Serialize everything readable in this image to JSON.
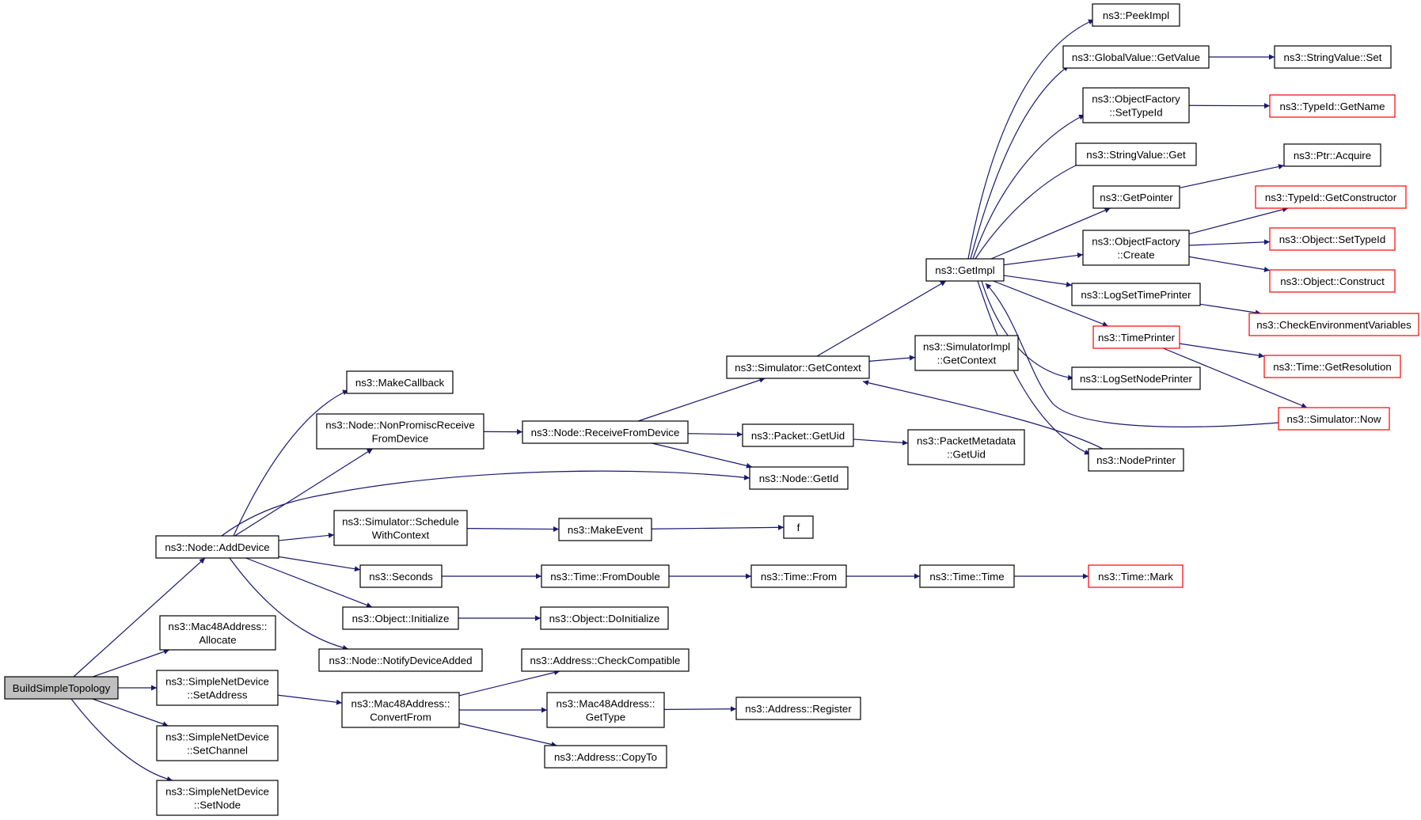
{
  "graph": {
    "type": "call-graph",
    "root": "BuildSimpleTopology",
    "colors": {
      "edge": "#191970",
      "node_border": "#000000",
      "truncated_border": "#ff0000",
      "root_fill": "#bfbfbf"
    },
    "nodes": [
      {
        "id": "BuildSimpleTopology",
        "lines": [
          "BuildSimpleTopology"
        ],
        "root": true
      },
      {
        "id": "AddDevice",
        "lines": [
          "ns3::Node::AddDevice"
        ]
      },
      {
        "id": "Allocate",
        "lines": [
          "ns3::Mac48Address::",
          "Allocate"
        ]
      },
      {
        "id": "SetAddress",
        "lines": [
          "ns3::SimpleNetDevice",
          "::SetAddress"
        ]
      },
      {
        "id": "SetChannel",
        "lines": [
          "ns3::SimpleNetDevice",
          "::SetChannel"
        ]
      },
      {
        "id": "SetNode",
        "lines": [
          "ns3::SimpleNetDevice",
          "::SetNode"
        ]
      },
      {
        "id": "MakeCallback",
        "lines": [
          "ns3::MakeCallback"
        ]
      },
      {
        "id": "NonPromisc",
        "lines": [
          "ns3::Node::NonPromiscReceive",
          "FromDevice"
        ]
      },
      {
        "id": "ScheduleWithContext",
        "lines": [
          "ns3::Simulator::Schedule",
          "WithContext"
        ]
      },
      {
        "id": "Seconds",
        "lines": [
          "ns3::Seconds"
        ]
      },
      {
        "id": "ObjInitialize",
        "lines": [
          "ns3::Object::Initialize"
        ]
      },
      {
        "id": "NotifyDeviceAdded",
        "lines": [
          "ns3::Node::NotifyDeviceAdded"
        ]
      },
      {
        "id": "ConvertFrom",
        "lines": [
          "ns3::Mac48Address::",
          "ConvertFrom"
        ]
      },
      {
        "id": "ReceiveFromDevice",
        "lines": [
          "ns3::Node::ReceiveFromDevice"
        ]
      },
      {
        "id": "MakeEvent",
        "lines": [
          "ns3::MakeEvent"
        ]
      },
      {
        "id": "FromDouble",
        "lines": [
          "ns3::Time::FromDouble"
        ]
      },
      {
        "id": "DoInitialize",
        "lines": [
          "ns3::Object::DoInitialize"
        ]
      },
      {
        "id": "CheckCompatible",
        "lines": [
          "ns3::Address::CheckCompatible"
        ]
      },
      {
        "id": "GetType",
        "lines": [
          "ns3::Mac48Address::",
          "GetType"
        ]
      },
      {
        "id": "CopyTo",
        "lines": [
          "ns3::Address::CopyTo"
        ]
      },
      {
        "id": "SimGetContext",
        "lines": [
          "ns3::Simulator::GetContext"
        ]
      },
      {
        "id": "PacketGetUid",
        "lines": [
          "ns3::Packet::GetUid"
        ]
      },
      {
        "id": "NodeGetId",
        "lines": [
          "ns3::Node::GetId"
        ]
      },
      {
        "id": "f",
        "lines": [
          "f"
        ]
      },
      {
        "id": "TimeFrom",
        "lines": [
          "ns3::Time::From"
        ]
      },
      {
        "id": "AddrRegister",
        "lines": [
          "ns3::Address::Register"
        ]
      },
      {
        "id": "SimImplGetContext",
        "lines": [
          "ns3::SimulatorImpl",
          "::GetContext"
        ]
      },
      {
        "id": "MetaGetUid",
        "lines": [
          "ns3::PacketMetadata",
          "::GetUid"
        ]
      },
      {
        "id": "TimeTime",
        "lines": [
          "ns3::Time::Time"
        ]
      },
      {
        "id": "GetImpl",
        "lines": [
          "ns3::GetImpl"
        ]
      },
      {
        "id": "TimeMark",
        "lines": [
          "ns3::Time::Mark"
        ],
        "truncated": true
      },
      {
        "id": "PeekImpl",
        "lines": [
          "ns3::PeekImpl"
        ]
      },
      {
        "id": "GVGetValue",
        "lines": [
          "ns3::GlobalValue::GetValue"
        ]
      },
      {
        "id": "OFSetTypeId",
        "lines": [
          "ns3::ObjectFactory",
          "::SetTypeId"
        ]
      },
      {
        "id": "SVGet",
        "lines": [
          "ns3::StringValue::Get"
        ]
      },
      {
        "id": "GetPointer",
        "lines": [
          "ns3::GetPointer"
        ]
      },
      {
        "id": "OFCreate",
        "lines": [
          "ns3::ObjectFactory",
          "::Create"
        ]
      },
      {
        "id": "LogSetTimePrinter",
        "lines": [
          "ns3::LogSetTimePrinter"
        ]
      },
      {
        "id": "TimePrinter",
        "lines": [
          "ns3::TimePrinter"
        ],
        "truncated": true
      },
      {
        "id": "LogSetNodePrinter",
        "lines": [
          "ns3::LogSetNodePrinter"
        ]
      },
      {
        "id": "NodePrinter",
        "lines": [
          "ns3::NodePrinter"
        ]
      },
      {
        "id": "SVSet",
        "lines": [
          "ns3::StringValue::Set"
        ]
      },
      {
        "id": "TIGetName",
        "lines": [
          "ns3::TypeId::GetName"
        ],
        "truncated": true
      },
      {
        "id": "PtrAcquire",
        "lines": [
          "ns3::Ptr::Acquire"
        ]
      },
      {
        "id": "TIGetConstructor",
        "lines": [
          "ns3::TypeId::GetConstructor"
        ],
        "truncated": true
      },
      {
        "id": "ObjSetTypeId",
        "lines": [
          "ns3::Object::SetTypeId"
        ],
        "truncated": true
      },
      {
        "id": "ObjConstruct",
        "lines": [
          "ns3::Object::Construct"
        ],
        "truncated": true
      },
      {
        "id": "CheckEnv",
        "lines": [
          "ns3::CheckEnvironmentVariables"
        ],
        "truncated": true
      },
      {
        "id": "TimeGetResolution",
        "lines": [
          "ns3::Time::GetResolution"
        ],
        "truncated": true
      },
      {
        "id": "SimNow",
        "lines": [
          "ns3::Simulator::Now"
        ],
        "truncated": true
      }
    ],
    "edges": [
      [
        "BuildSimpleTopology",
        "AddDevice"
      ],
      [
        "BuildSimpleTopology",
        "Allocate"
      ],
      [
        "BuildSimpleTopology",
        "SetAddress"
      ],
      [
        "BuildSimpleTopology",
        "SetChannel"
      ],
      [
        "BuildSimpleTopology",
        "SetNode"
      ],
      [
        "AddDevice",
        "MakeCallback"
      ],
      [
        "AddDevice",
        "NonPromisc"
      ],
      [
        "AddDevice",
        "NodeGetId"
      ],
      [
        "AddDevice",
        "ScheduleWithContext"
      ],
      [
        "AddDevice",
        "Seconds"
      ],
      [
        "AddDevice",
        "ObjInitialize"
      ],
      [
        "AddDevice",
        "NotifyDeviceAdded"
      ],
      [
        "SetAddress",
        "ConvertFrom"
      ],
      [
        "NonPromisc",
        "ReceiveFromDevice"
      ],
      [
        "ReceiveFromDevice",
        "SimGetContext"
      ],
      [
        "ReceiveFromDevice",
        "PacketGetUid"
      ],
      [
        "ReceiveFromDevice",
        "NodeGetId"
      ],
      [
        "ScheduleWithContext",
        "MakeEvent"
      ],
      [
        "MakeEvent",
        "f"
      ],
      [
        "Seconds",
        "FromDouble"
      ],
      [
        "FromDouble",
        "TimeFrom"
      ],
      [
        "TimeFrom",
        "TimeTime"
      ],
      [
        "TimeTime",
        "TimeMark"
      ],
      [
        "ObjInitialize",
        "DoInitialize"
      ],
      [
        "ConvertFrom",
        "CheckCompatible"
      ],
      [
        "ConvertFrom",
        "GetType"
      ],
      [
        "ConvertFrom",
        "CopyTo"
      ],
      [
        "GetType",
        "AddrRegister"
      ],
      [
        "PacketGetUid",
        "MetaGetUid"
      ],
      [
        "SimGetContext",
        "GetImpl"
      ],
      [
        "SimGetContext",
        "SimImplGetContext"
      ],
      [
        "GetImpl",
        "PeekImpl"
      ],
      [
        "GetImpl",
        "GVGetValue"
      ],
      [
        "GetImpl",
        "OFSetTypeId"
      ],
      [
        "GetImpl",
        "SVGet"
      ],
      [
        "GetImpl",
        "GetPointer"
      ],
      [
        "GetImpl",
        "OFCreate"
      ],
      [
        "GetImpl",
        "LogSetTimePrinter"
      ],
      [
        "GetImpl",
        "TimePrinter"
      ],
      [
        "GetImpl",
        "LogSetNodePrinter"
      ],
      [
        "GetImpl",
        "NodePrinter"
      ],
      [
        "GVGetValue",
        "SVSet"
      ],
      [
        "OFSetTypeId",
        "TIGetName"
      ],
      [
        "GetPointer",
        "PtrAcquire"
      ],
      [
        "OFCreate",
        "TIGetConstructor"
      ],
      [
        "OFCreate",
        "ObjSetTypeId"
      ],
      [
        "OFCreate",
        "ObjConstruct"
      ],
      [
        "LogSetTimePrinter",
        "CheckEnv"
      ],
      [
        "TimePrinter",
        "TimeGetResolution"
      ],
      [
        "TimePrinter",
        "SimNow"
      ],
      [
        "SimNow",
        "GetImpl"
      ],
      [
        "NodePrinter",
        "SimGetContext"
      ]
    ]
  }
}
